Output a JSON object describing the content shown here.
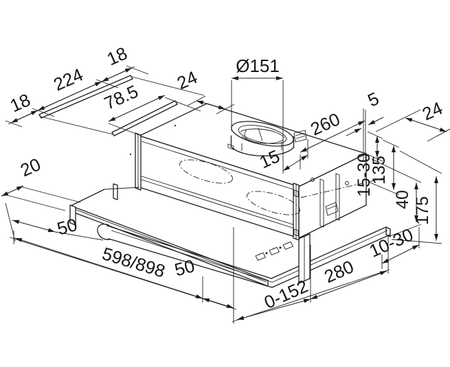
{
  "page": {
    "background": "#ffffff",
    "line_color": "#1d1d1d"
  },
  "drawing": {
    "kind": "installation-dimension-drawing",
    "subject": "telescopic cooker hood",
    "units": "mm"
  },
  "labels": [
    {
      "name": "bracket-front-offset",
      "text": "18"
    },
    {
      "name": "bracket-hole-spacing",
      "text": "224"
    },
    {
      "name": "bracket-rear-offset",
      "text": "18"
    },
    {
      "name": "duct-centre-offset",
      "text": "78.5"
    },
    {
      "name": "duct-side-clearance",
      "text": "24"
    },
    {
      "name": "duct-diameter",
      "text": "Ø151"
    },
    {
      "name": "top-mounting-depth",
      "text": "260"
    },
    {
      "name": "rear-wall-gap",
      "text": "5"
    },
    {
      "name": "rear-clearance",
      "text": "24"
    },
    {
      "name": "left-clearance",
      "text": "20"
    },
    {
      "name": "front-overhang-left",
      "text": "50"
    },
    {
      "name": "duct-rear-spacing",
      "text": "15"
    },
    {
      "name": "hood-width",
      "text": "598/898"
    },
    {
      "name": "front-overhang-right",
      "text": "50"
    },
    {
      "name": "height-adjustment",
      "text": "15-30"
    },
    {
      "name": "body-height",
      "text": "135"
    },
    {
      "name": "lower-section-height",
      "text": "40"
    },
    {
      "name": "total-height",
      "text": "175"
    },
    {
      "name": "visor-adjustment",
      "text": "10-30"
    },
    {
      "name": "pull-out-travel",
      "text": "0-152"
    },
    {
      "name": "hood-depth",
      "text": "280"
    }
  ]
}
